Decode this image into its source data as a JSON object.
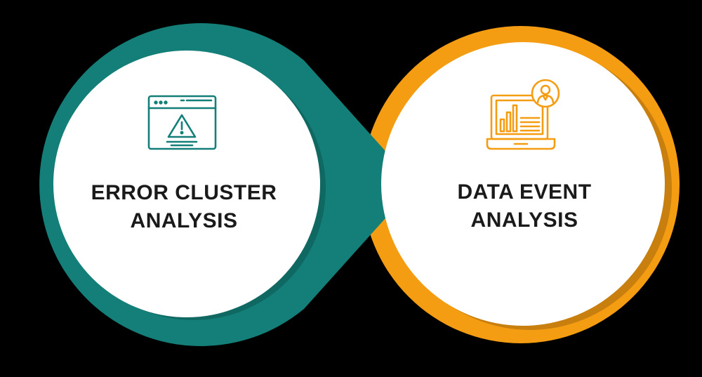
{
  "colors": {
    "background": "#000000",
    "teal": "#137f78",
    "orange": "#f49c12",
    "circle_fill": "#ffffff",
    "text": "#1a1a1a"
  },
  "left_node": {
    "icon": "browser-warning-icon",
    "label_line1": "ERROR CLUSTER",
    "label_line2": "ANALYSIS"
  },
  "right_node": {
    "icon": "laptop-chart-user-icon",
    "label_line1": "DATA EVENT",
    "label_line2": "ANALYSIS"
  }
}
